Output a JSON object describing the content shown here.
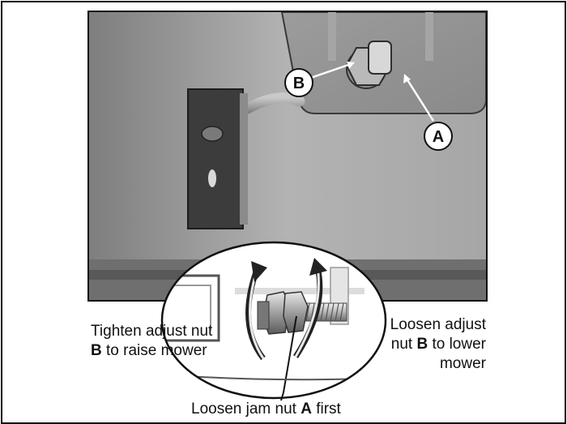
{
  "callouts": {
    "a": "A",
    "b": "B"
  },
  "captions": {
    "tighten_line1": "Tighten adjust nut",
    "tighten_letter": "B",
    "tighten_line2_rest": " to raise mower",
    "loosen_line1": "Loosen adjust",
    "loosen_line2_prefix": "nut ",
    "loosen_letter": "B",
    "loosen_line2_rest": " to lower",
    "loosen_line3": "mower",
    "jam_prefix": "Loosen jam nut ",
    "jam_letter": "A",
    "jam_rest": " first"
  }
}
